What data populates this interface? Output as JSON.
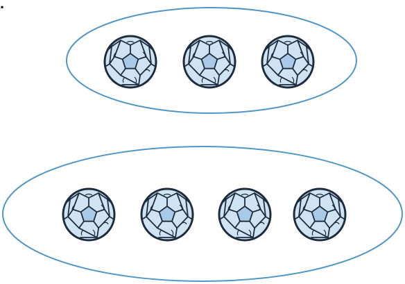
{
  "corner_mark": ".",
  "colors": {
    "group_outline": "#4f95c8",
    "ball_fill": "#cfe3f3",
    "ball_line": "#1d2b3d"
  },
  "groups": [
    {
      "name": "top-group",
      "ball_count": 3
    },
    {
      "name": "bottom-group",
      "ball_count": 4
    }
  ],
  "icon": "soccer-ball-icon"
}
